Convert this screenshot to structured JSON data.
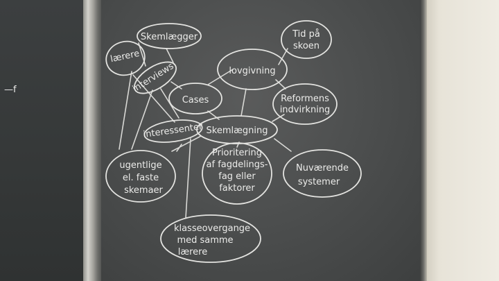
{
  "board": {
    "nodes": [
      {
        "id": "skemalaegger",
        "lines": [
          "Skemlægger"
        ]
      },
      {
        "id": "laerere",
        "lines": [
          "lærere"
        ]
      },
      {
        "id": "interviews",
        "lines": [
          "interviews"
        ]
      },
      {
        "id": "tid-paa-skoen",
        "lines": [
          "Tid på",
          "skoen"
        ]
      },
      {
        "id": "lovgivning",
        "lines": [
          "lovgivning"
        ]
      },
      {
        "id": "cases",
        "lines": [
          "Cases"
        ]
      },
      {
        "id": "reformens-indvirkning",
        "lines": [
          "Reformens",
          "indvirkning"
        ]
      },
      {
        "id": "interessenter",
        "lines": [
          "interessenter"
        ]
      },
      {
        "id": "skemalaegning",
        "lines": [
          "Skemlægning"
        ]
      },
      {
        "id": "ugentlige-skemaer",
        "lines": [
          "ugentlige",
          "el. faste",
          "skemaer"
        ]
      },
      {
        "id": "prioritering",
        "lines": [
          "Prioritering",
          "af fagdelings-",
          "fag eller",
          "faktorer"
        ]
      },
      {
        "id": "nuvaerende-systemer",
        "lines": [
          "Nuværende",
          "systemer"
        ]
      },
      {
        "id": "klasseovergange",
        "lines": [
          "klasseovergange",
          "med samme",
          "lærere"
        ]
      }
    ],
    "margin_mark": "—f"
  }
}
